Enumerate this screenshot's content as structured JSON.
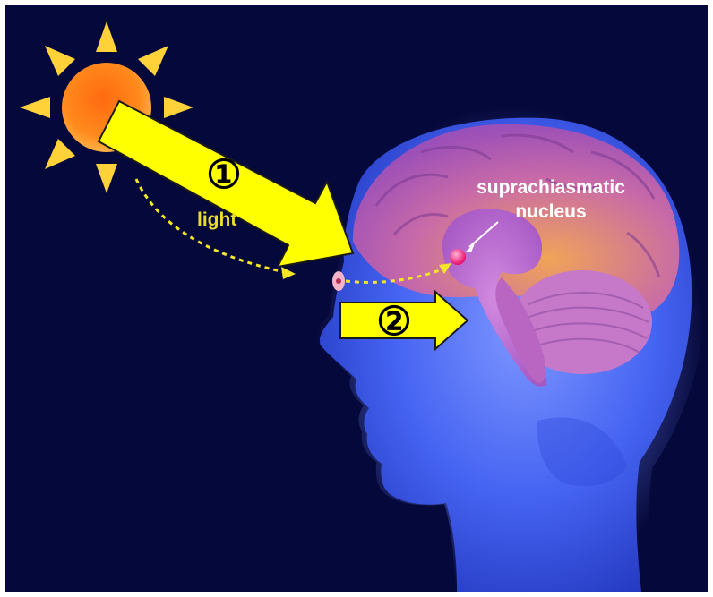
{
  "labels": {
    "light": "light",
    "scn_line1": "suprachiasmatic",
    "scn_line2": "nucleus",
    "step1": "①",
    "step2": "②"
  },
  "colors": {
    "background": "#05083a",
    "arrow": "#ffff00",
    "arrow_outline": "#1a1a1a",
    "dotted_path": "#f2e626",
    "light_label": "#e8dc2e",
    "scn_label": "#ffffff",
    "scn_dot": "#ff2f8a",
    "sun_core": "#ff8a1c",
    "sun_rays": "#ffd23a",
    "head": "#3a5ef0",
    "brain": "#c57ad6"
  },
  "icons": {
    "sun": "sun-icon",
    "head": "human-head-profile",
    "brain": "brain-sagittal-section"
  }
}
